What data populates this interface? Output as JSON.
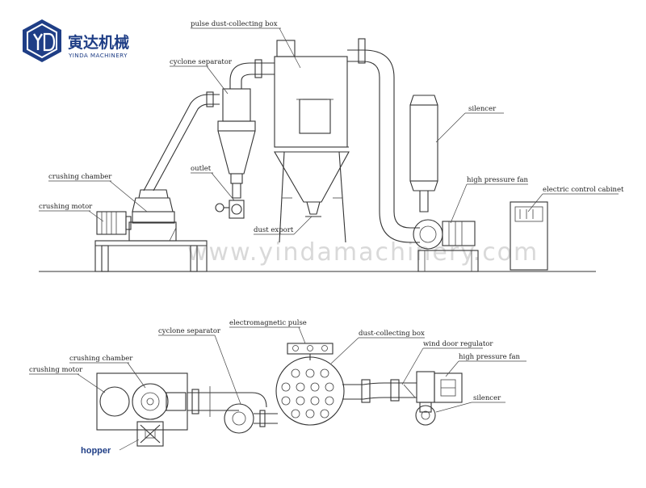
{
  "brand": {
    "name_cn": "寅达机械",
    "name_en": "YINDA MACHINERY"
  },
  "watermark": "www.yindamachinery.com",
  "colors": {
    "brand_blue": "#1f3e86",
    "line": "#333333",
    "watermark": "#d9d9d9"
  },
  "elevation": {
    "labels": {
      "pulse_box": "pulse dust-collecting box",
      "cyclone": "cyclone separator",
      "silencer": "silencer",
      "crushing_chamber": "crushing chamber",
      "crushing_motor": "crushing motor",
      "outlet": "outlet",
      "high_pressure_fan": "high pressure fan",
      "electric_cabinet": "electric control cabinet",
      "dust_export": "dust export"
    }
  },
  "plan": {
    "labels": {
      "cyclone": "cyclone separator",
      "electromagnetic_pulse": "electromagnetic pulse",
      "dust_box": "dust-collecting box",
      "wind_door": "wind door regulator",
      "crushing_chamber": "crushing chamber",
      "high_pressure_fan": "high pressure fan",
      "crushing_motor": "crushing motor",
      "silencer": "silencer",
      "hopper": "hopper"
    }
  }
}
